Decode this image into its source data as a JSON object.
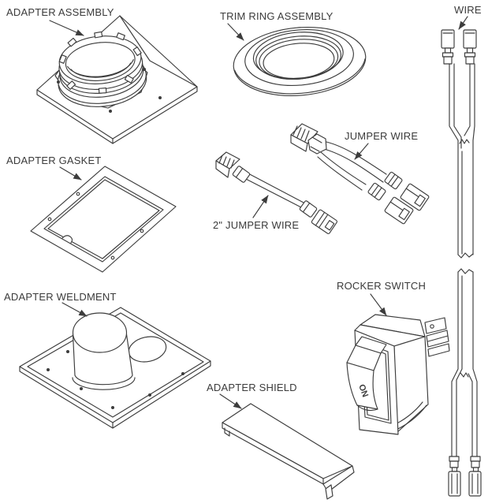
{
  "diagram": {
    "title": "appliance adapter kit parts diagram",
    "background_color": "#ffffff",
    "line_color": "#3c3c3c",
    "rocker_on_label": "ON",
    "parts": [
      {
        "id": "adapter-assembly",
        "label": "ADAPTER ASSEMBLY"
      },
      {
        "id": "trim-ring-assembly",
        "label": "TRIM RING ASSEMBLY"
      },
      {
        "id": "wire",
        "label": "WIRE"
      },
      {
        "id": "adapter-gasket",
        "label": "ADAPTER GASKET"
      },
      {
        "id": "jumper-wire",
        "label": "JUMPER WIRE"
      },
      {
        "id": "two-inch-jumper-wire",
        "label": "2\" JUMPER WIRE"
      },
      {
        "id": "adapter-weldment",
        "label": "ADAPTER WELDMENT"
      },
      {
        "id": "rocker-switch",
        "label": "ROCKER SWITCH"
      },
      {
        "id": "adapter-shield",
        "label": "ADAPTER SHIELD"
      }
    ]
  }
}
